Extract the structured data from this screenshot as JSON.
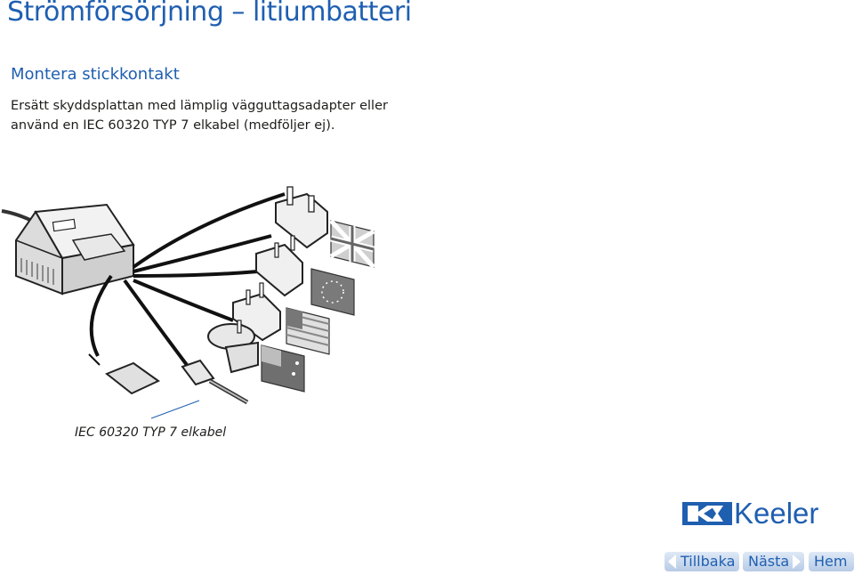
{
  "page": {
    "title": "Strömförsörjning – litiumbatteri",
    "subtitle": "Montera stickkontakt",
    "body_lines": [
      "Ersätt skyddsplattan med lämplig vägguttagsadapter eller",
      "använd en IEC 60320 TYP 7 elkabel (medföljer ej)."
    ],
    "caption": "IEC 60320 TYP 7 elkabel"
  },
  "illustration": {
    "items": [
      "power-supply-unit",
      "protective-plate",
      "iec-cable-plug",
      "uk-plug-adapter",
      "eu-plug-adapter",
      "us-plug-adapter",
      "au-plug-adapter",
      "uk-flag",
      "eu-flag",
      "us-flag",
      "au-flag"
    ]
  },
  "logo": {
    "text": "Keeler",
    "color": "#1f5fb0"
  },
  "nav": {
    "back_label": "Tillbaka",
    "next_label": "Nästa",
    "home_label": "Hem"
  },
  "colors": {
    "accent": "#1f5fb0",
    "button_bg": "#c8d8ee"
  }
}
